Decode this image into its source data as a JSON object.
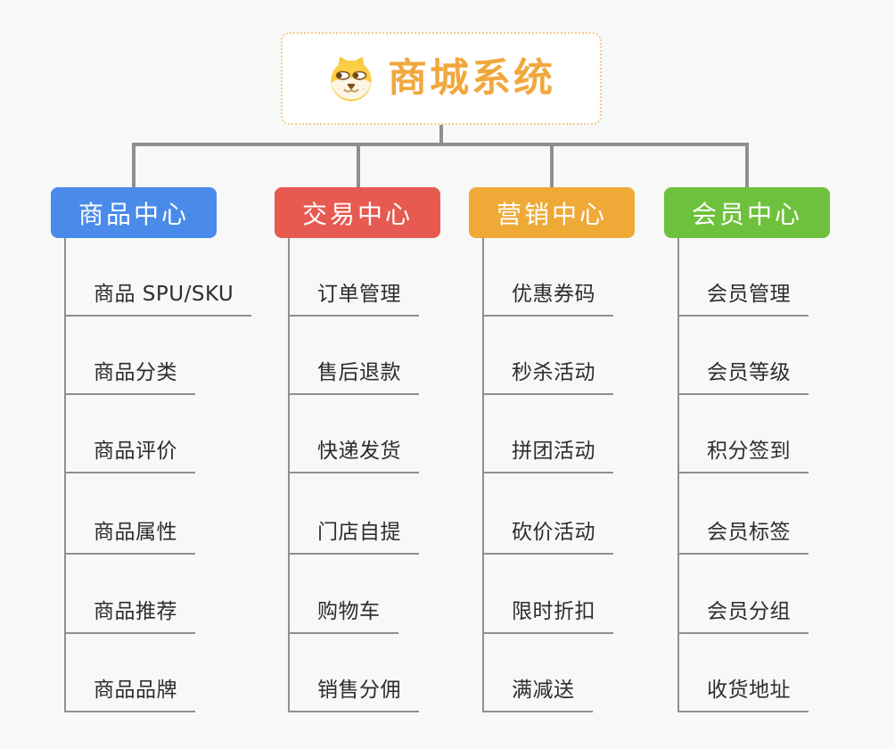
{
  "root": {
    "title": "商城系统",
    "icon": "shiba-dog-icon"
  },
  "colors": {
    "root_title": "#f0a83e",
    "root_border": "#f3cb8c",
    "connector": "#8f8f8f",
    "branch_product": "#4a8bea",
    "branch_trade": "#e75a52",
    "branch_marketing": "#eea937",
    "branch_member": "#6ec13c"
  },
  "branches": [
    {
      "label": "商品中心",
      "color": "#4a8bea",
      "items": [
        "商品 SPU/SKU",
        "商品分类",
        "商品评价",
        "商品属性",
        "商品推荐",
        "商品品牌"
      ]
    },
    {
      "label": "交易中心",
      "color": "#e75a52",
      "items": [
        "订单管理",
        "售后退款",
        "快递发货",
        "门店自提",
        "购物车",
        "销售分佣"
      ]
    },
    {
      "label": "营销中心",
      "color": "#eea937",
      "items": [
        "优惠券码",
        "秒杀活动",
        "拼团活动",
        "砍价活动",
        "限时折扣",
        "满减送"
      ]
    },
    {
      "label": "会员中心",
      "color": "#6ec13c",
      "items": [
        "会员管理",
        "会员等级",
        "积分签到",
        "会员标签",
        "会员分组",
        "收货地址"
      ]
    }
  ]
}
